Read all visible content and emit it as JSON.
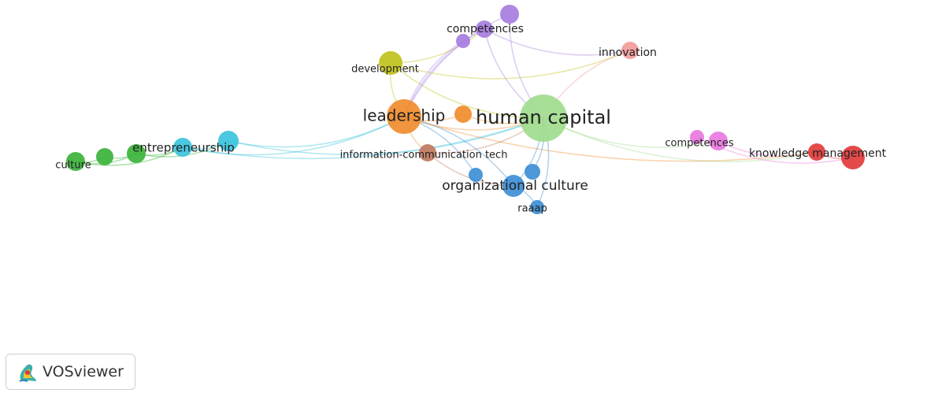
{
  "app": {
    "name": "VOSviewer"
  },
  "colors": {
    "orange": "#f08c2e",
    "green_light": "#9fdc8e",
    "green": "#3bb33b",
    "cyan": "#3bc3dc",
    "purple": "#a77de0",
    "yellow": "#c0c21d",
    "pink_light": "#f39b9b",
    "pink": "#e878e0",
    "red": "#e23b3b",
    "blue": "#3d8fd6",
    "brown": "#c07a5f"
  },
  "nodes": [
    {
      "id": "human-capital",
      "label": "human capital",
      "color": "green_light",
      "label_size": 24
    },
    {
      "id": "leadership",
      "label": "leadership",
      "color": "orange",
      "label_size": 20
    },
    {
      "id": "orange-small",
      "label": "",
      "color": "orange"
    },
    {
      "id": "development",
      "label": "development",
      "color": "yellow",
      "label_size": 13
    },
    {
      "id": "competencies",
      "label": "competencies",
      "color": "purple",
      "label_size": 14
    },
    {
      "id": "purple-top",
      "label": "",
      "color": "purple"
    },
    {
      "id": "purple-small",
      "label": "",
      "color": "purple"
    },
    {
      "id": "innovation",
      "label": "innovation",
      "color": "pink_light",
      "label_size": 14
    },
    {
      "id": "competences",
      "label": "competences",
      "color": "pink",
      "label_size": 13
    },
    {
      "id": "pink-2",
      "label": "",
      "color": "pink"
    },
    {
      "id": "knowledge-management",
      "label": "knowledge management",
      "color": "red",
      "label_size": 14
    },
    {
      "id": "red-small",
      "label": "",
      "color": "red"
    },
    {
      "id": "entrepreneurship",
      "label": "entrepreneurship",
      "color": "cyan",
      "label_size": 15
    },
    {
      "id": "cyan-right",
      "label": "",
      "color": "cyan"
    },
    {
      "id": "culture",
      "label": "culture",
      "color": "green",
      "label_size": 13
    },
    {
      "id": "green-2",
      "label": "",
      "color": "green"
    },
    {
      "id": "green-3",
      "label": "",
      "color": "green"
    },
    {
      "id": "ict",
      "label": "information-communication tech",
      "color": "brown",
      "label_size": 13
    },
    {
      "id": "organizational-culture",
      "label": "organizational culture",
      "color": "blue",
      "label_size": 17
    },
    {
      "id": "blue-1",
      "label": "",
      "color": "blue"
    },
    {
      "id": "blue-2",
      "label": "",
      "color": "blue"
    },
    {
      "id": "raaap",
      "label": "raaap",
      "color": "blue",
      "label_size": 13
    }
  ]
}
